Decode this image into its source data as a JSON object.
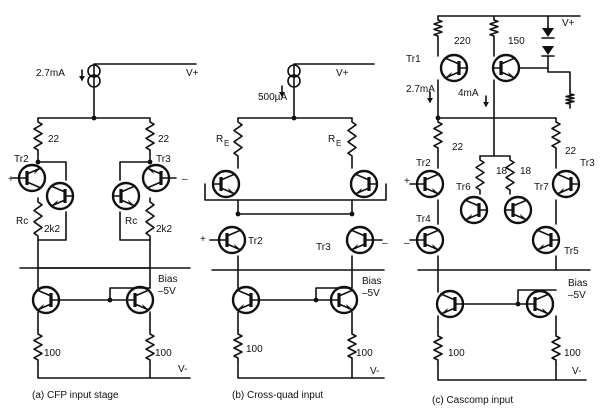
{
  "panels": [
    {
      "caption": "(a)   CFP input stage",
      "supply_pos": "V+",
      "supply_neg": "V-",
      "current_source": "2.7mA",
      "resistors": [
        "22",
        "22",
        "Rc",
        "2k2",
        "Rc",
        "2k2",
        "100",
        "100"
      ],
      "transistors": [
        "Tr2",
        "Tr3"
      ],
      "inputs": [
        "+",
        "–"
      ],
      "bias": [
        "Bias",
        "–5V"
      ]
    },
    {
      "caption": "(b)   Cross-quad input",
      "supply_pos": "V+",
      "supply_neg": "V-",
      "current_source": "500µA",
      "resistors": [
        "R",
        "E",
        "R",
        "E",
        "100",
        "100"
      ],
      "transistors": [
        "Tr2",
        "Tr3"
      ],
      "inputs": [
        "+",
        "–"
      ],
      "bias": [
        "Bias",
        "–5V"
      ]
    },
    {
      "caption": "(c)   Cascomp input",
      "supply_pos": "V+",
      "supply_neg": "V-",
      "current_sources": [
        "2.7mA",
        "4mA"
      ],
      "resistors": [
        "220",
        "150",
        "22",
        "22",
        "18",
        "18",
        "100",
        "100"
      ],
      "transistors": [
        "Tr1",
        "Tr2",
        "Tr3",
        "Tr4",
        "Tr5",
        "Tr6",
        "Tr7"
      ],
      "inputs": [
        "+",
        "–"
      ],
      "bias": [
        "Bias",
        "–5V"
      ]
    }
  ]
}
